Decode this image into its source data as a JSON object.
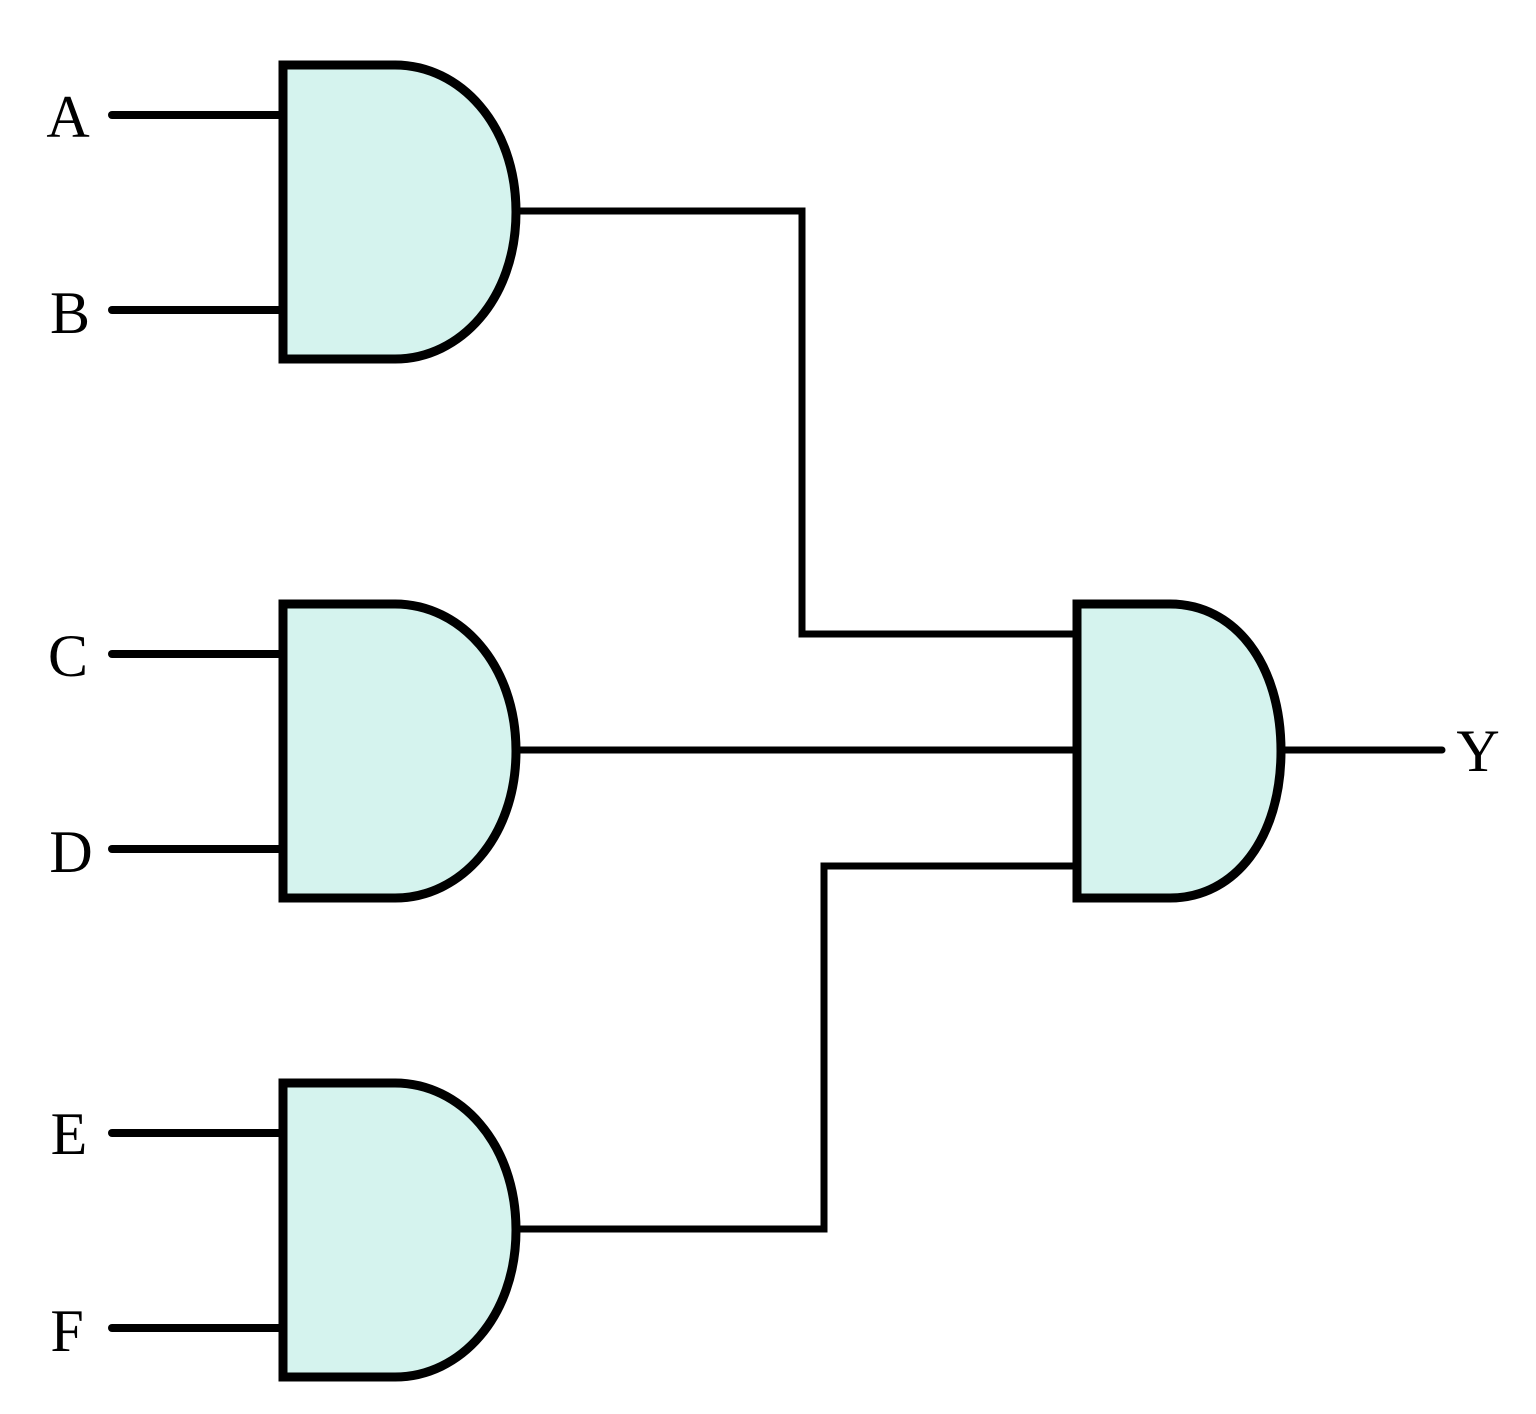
{
  "colors": {
    "gate_fill": "#d5f3ee",
    "stroke": "#000000",
    "background": "#ffffff",
    "label": "#000000"
  },
  "labels": {
    "a": "A",
    "b": "B",
    "c": "C",
    "d": "D",
    "e": "E",
    "f": "F",
    "y": "Y"
  }
}
